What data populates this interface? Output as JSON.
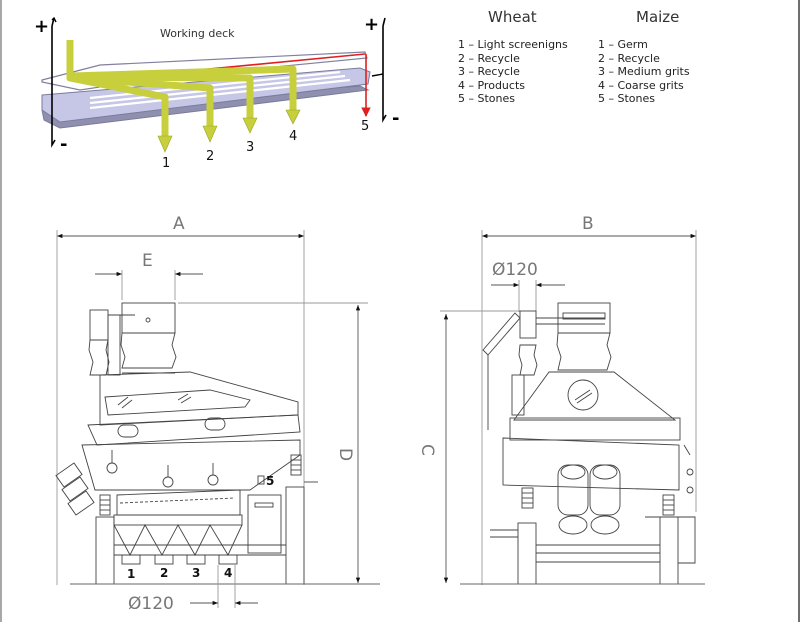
{
  "deck_diagram": {
    "title": "Working deck",
    "adjust_top_left": "+",
    "adjust_bottom_left": "-",
    "adjust_top_right": "+",
    "adjust_bottom_right": "-",
    "outlets": [
      "1",
      "2",
      "3",
      "4",
      "5"
    ],
    "flow_color": "#c8cf3c",
    "stone_flow_color": "#e02020",
    "deck_color": "#b9b9dc"
  },
  "legend": {
    "wheat": {
      "title": "Wheat",
      "items": [
        "1 – Light screenigns",
        "2 – Recycle",
        "3 – Recycle",
        "4 – Products",
        "5 – Stones"
      ]
    },
    "maize": {
      "title": "Maize",
      "items": [
        "1 – Germ",
        "2 – Recycle",
        "3 – Medium grits",
        "4 – Coarse grits",
        "5 – Stones"
      ]
    }
  },
  "side_view": {
    "dim_width": "A",
    "dim_inlet": "E",
    "dim_height": "D",
    "dim_outlet_diameter": "Ø120",
    "outlets": [
      "1",
      "2",
      "3",
      "4"
    ],
    "stones_outlet": "5"
  },
  "front_view": {
    "dim_width": "B",
    "dim_inlet_diameter": "Ø120",
    "dim_height": "C"
  }
}
